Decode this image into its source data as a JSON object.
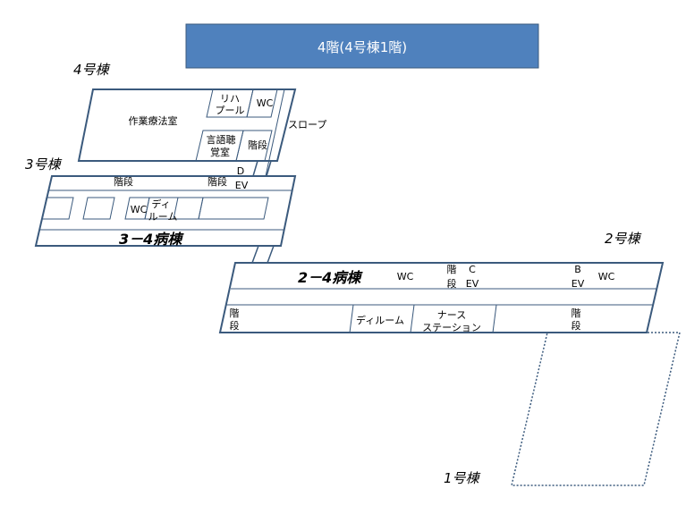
{
  "floor_title": "4階(4号棟1階)",
  "colors": {
    "outline": "#3b5a7d",
    "title_fill": "#4f81bd",
    "title_text": "#ffffff"
  },
  "buildings": {
    "b4": "4号棟",
    "b3": "3号棟",
    "b2": "2号棟",
    "b1": "1号棟"
  },
  "building4": {
    "ot_room": "作業療法室",
    "rehab_pool_line1": "リハ",
    "rehab_pool_line2": "プール",
    "wc": "WC",
    "speech_room_line1": "言語聴",
    "speech_room_line2": "覚室",
    "stairs": "階段"
  },
  "slope": "スロープ",
  "elevator_d_line1": "D",
  "elevator_d_line2": "EV",
  "ward34": {
    "name": "3－4病棟",
    "stairs_left": "階段",
    "stairs_right": "階段",
    "wc": "WC",
    "dayroom_line1": "ディ",
    "dayroom_line2": "ルーム"
  },
  "ward24": {
    "name": "2－4病棟",
    "wc_left": "WC",
    "stairs_c_line1": "階",
    "stairs_c_line2": "段",
    "elevator_c_line1": "C",
    "elevator_c_line2": "EV",
    "elevator_b_line1": "B",
    "elevator_b_line2": "EV",
    "wc_right": "WC",
    "stairs_left_line1": "階",
    "stairs_left_line2": "段",
    "dayroom": "ディルーム",
    "nurse_station_line1": "ナース",
    "nurse_station_line2": "ステーション",
    "stairs_right_line1": "階",
    "stairs_right_line2": "段"
  }
}
